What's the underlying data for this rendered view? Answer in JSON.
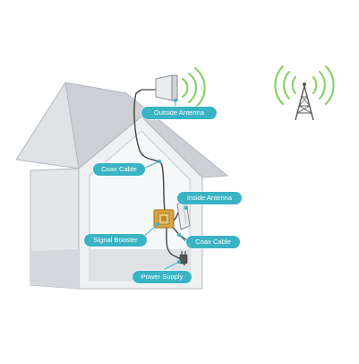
{
  "diagram": {
    "labels": {
      "outside_antenna": "Outside Antenna",
      "coax_cable_top": "Coax Cable",
      "inside_antenna": "Inside Antenna",
      "signal_booster": "Signal Booster",
      "coax_cable_bottom": "Coax Cable",
      "power_supply": "Power Supply"
    },
    "icons": {
      "tower": "cell-tower-icon",
      "outside_antenna": "directional-antenna-icon",
      "inside_antenna": "panel-antenna-icon",
      "booster": "signal-booster-icon",
      "power": "power-plug-icon"
    },
    "colors": {
      "callout": "#3ab3c4",
      "signal_waves": "#7fcf5a",
      "house_roof": "#d5d8dc",
      "house_wall": "#e6e8ea",
      "house_outline": "#a9aeb4",
      "cable": "#444444",
      "booster": "#d9a441"
    }
  }
}
